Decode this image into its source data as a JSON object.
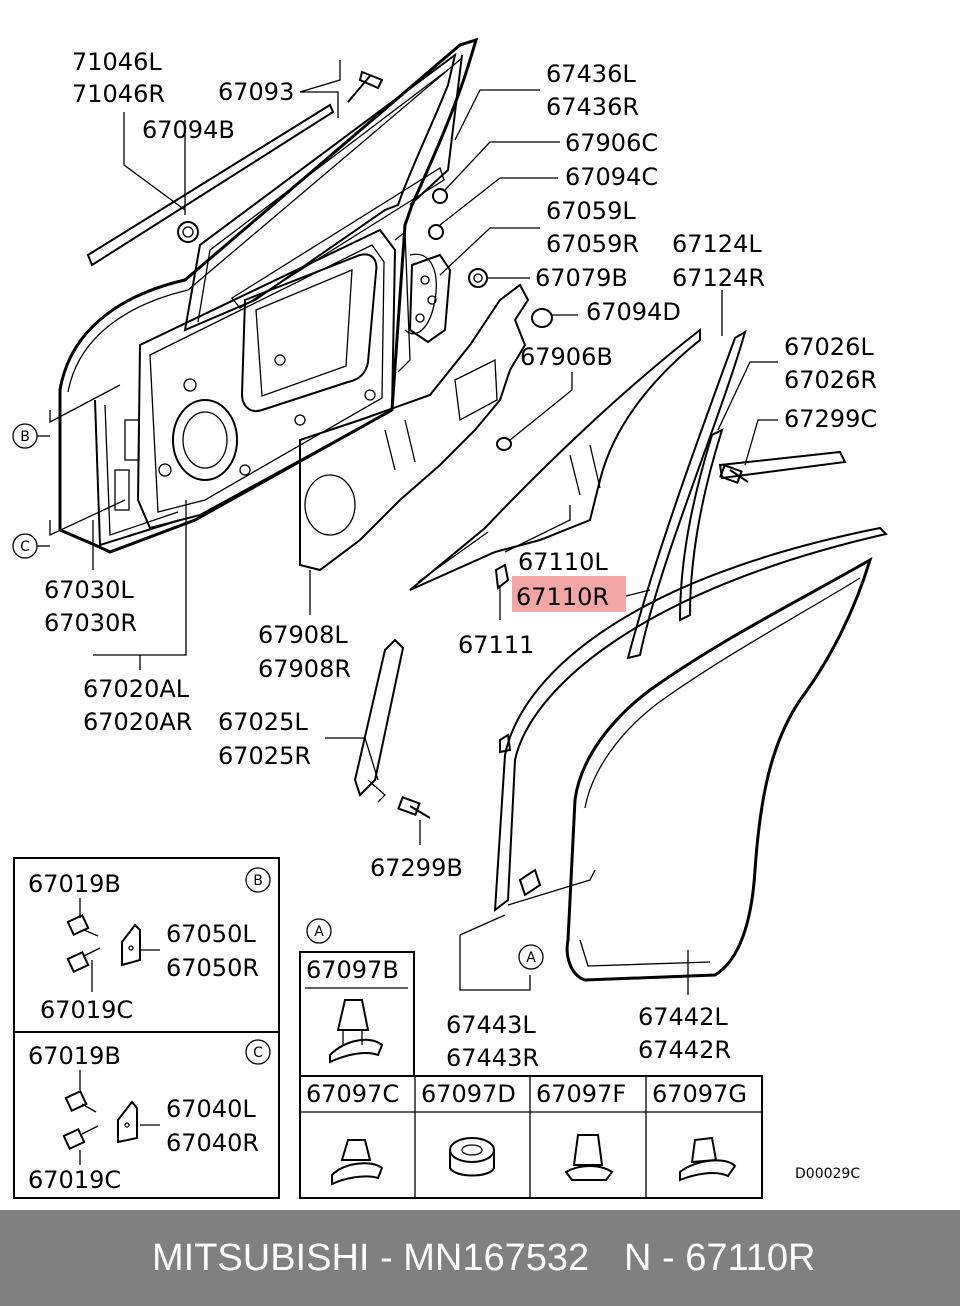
{
  "labels": [
    "71046L",
    "71046R",
    "67093",
    "67094B",
    "67436L",
    "67436R",
    "67906C",
    "67094C",
    "67059L",
    "67059R",
    "67079B",
    "67124L",
    "67124R",
    "67094D",
    "67906B",
    "67026L",
    "67026R",
    "67299C",
    "67030L",
    "67030R",
    "67020AL",
    "67020AR",
    "67908L",
    "67908R",
    "67110L",
    "67110R",
    "67111",
    "67025L",
    "67025R",
    "67299B",
    "67443L",
    "67443R",
    "67442L",
    "67442R"
  ],
  "callouts": {
    "b": "B",
    "c": "C",
    "a": "A"
  },
  "highlight_color": "#f4a6a6",
  "inset_b": {
    "tag": "B",
    "labels": [
      "67019B",
      "67050L",
      "67050R",
      "67019C"
    ]
  },
  "inset_c": {
    "tag": "C",
    "labels": [
      "67019B",
      "67040L",
      "67040R",
      "67019C"
    ]
  },
  "inset_a": {
    "tag": "A",
    "top_label": "67097B",
    "labels": [
      "67097C",
      "67097D",
      "67097F",
      "67097G"
    ]
  },
  "drawing_code": "D00029C",
  "footer": {
    "brand_part": "MITSUBISHI - MN167532",
    "ref": "N - 67110R"
  }
}
